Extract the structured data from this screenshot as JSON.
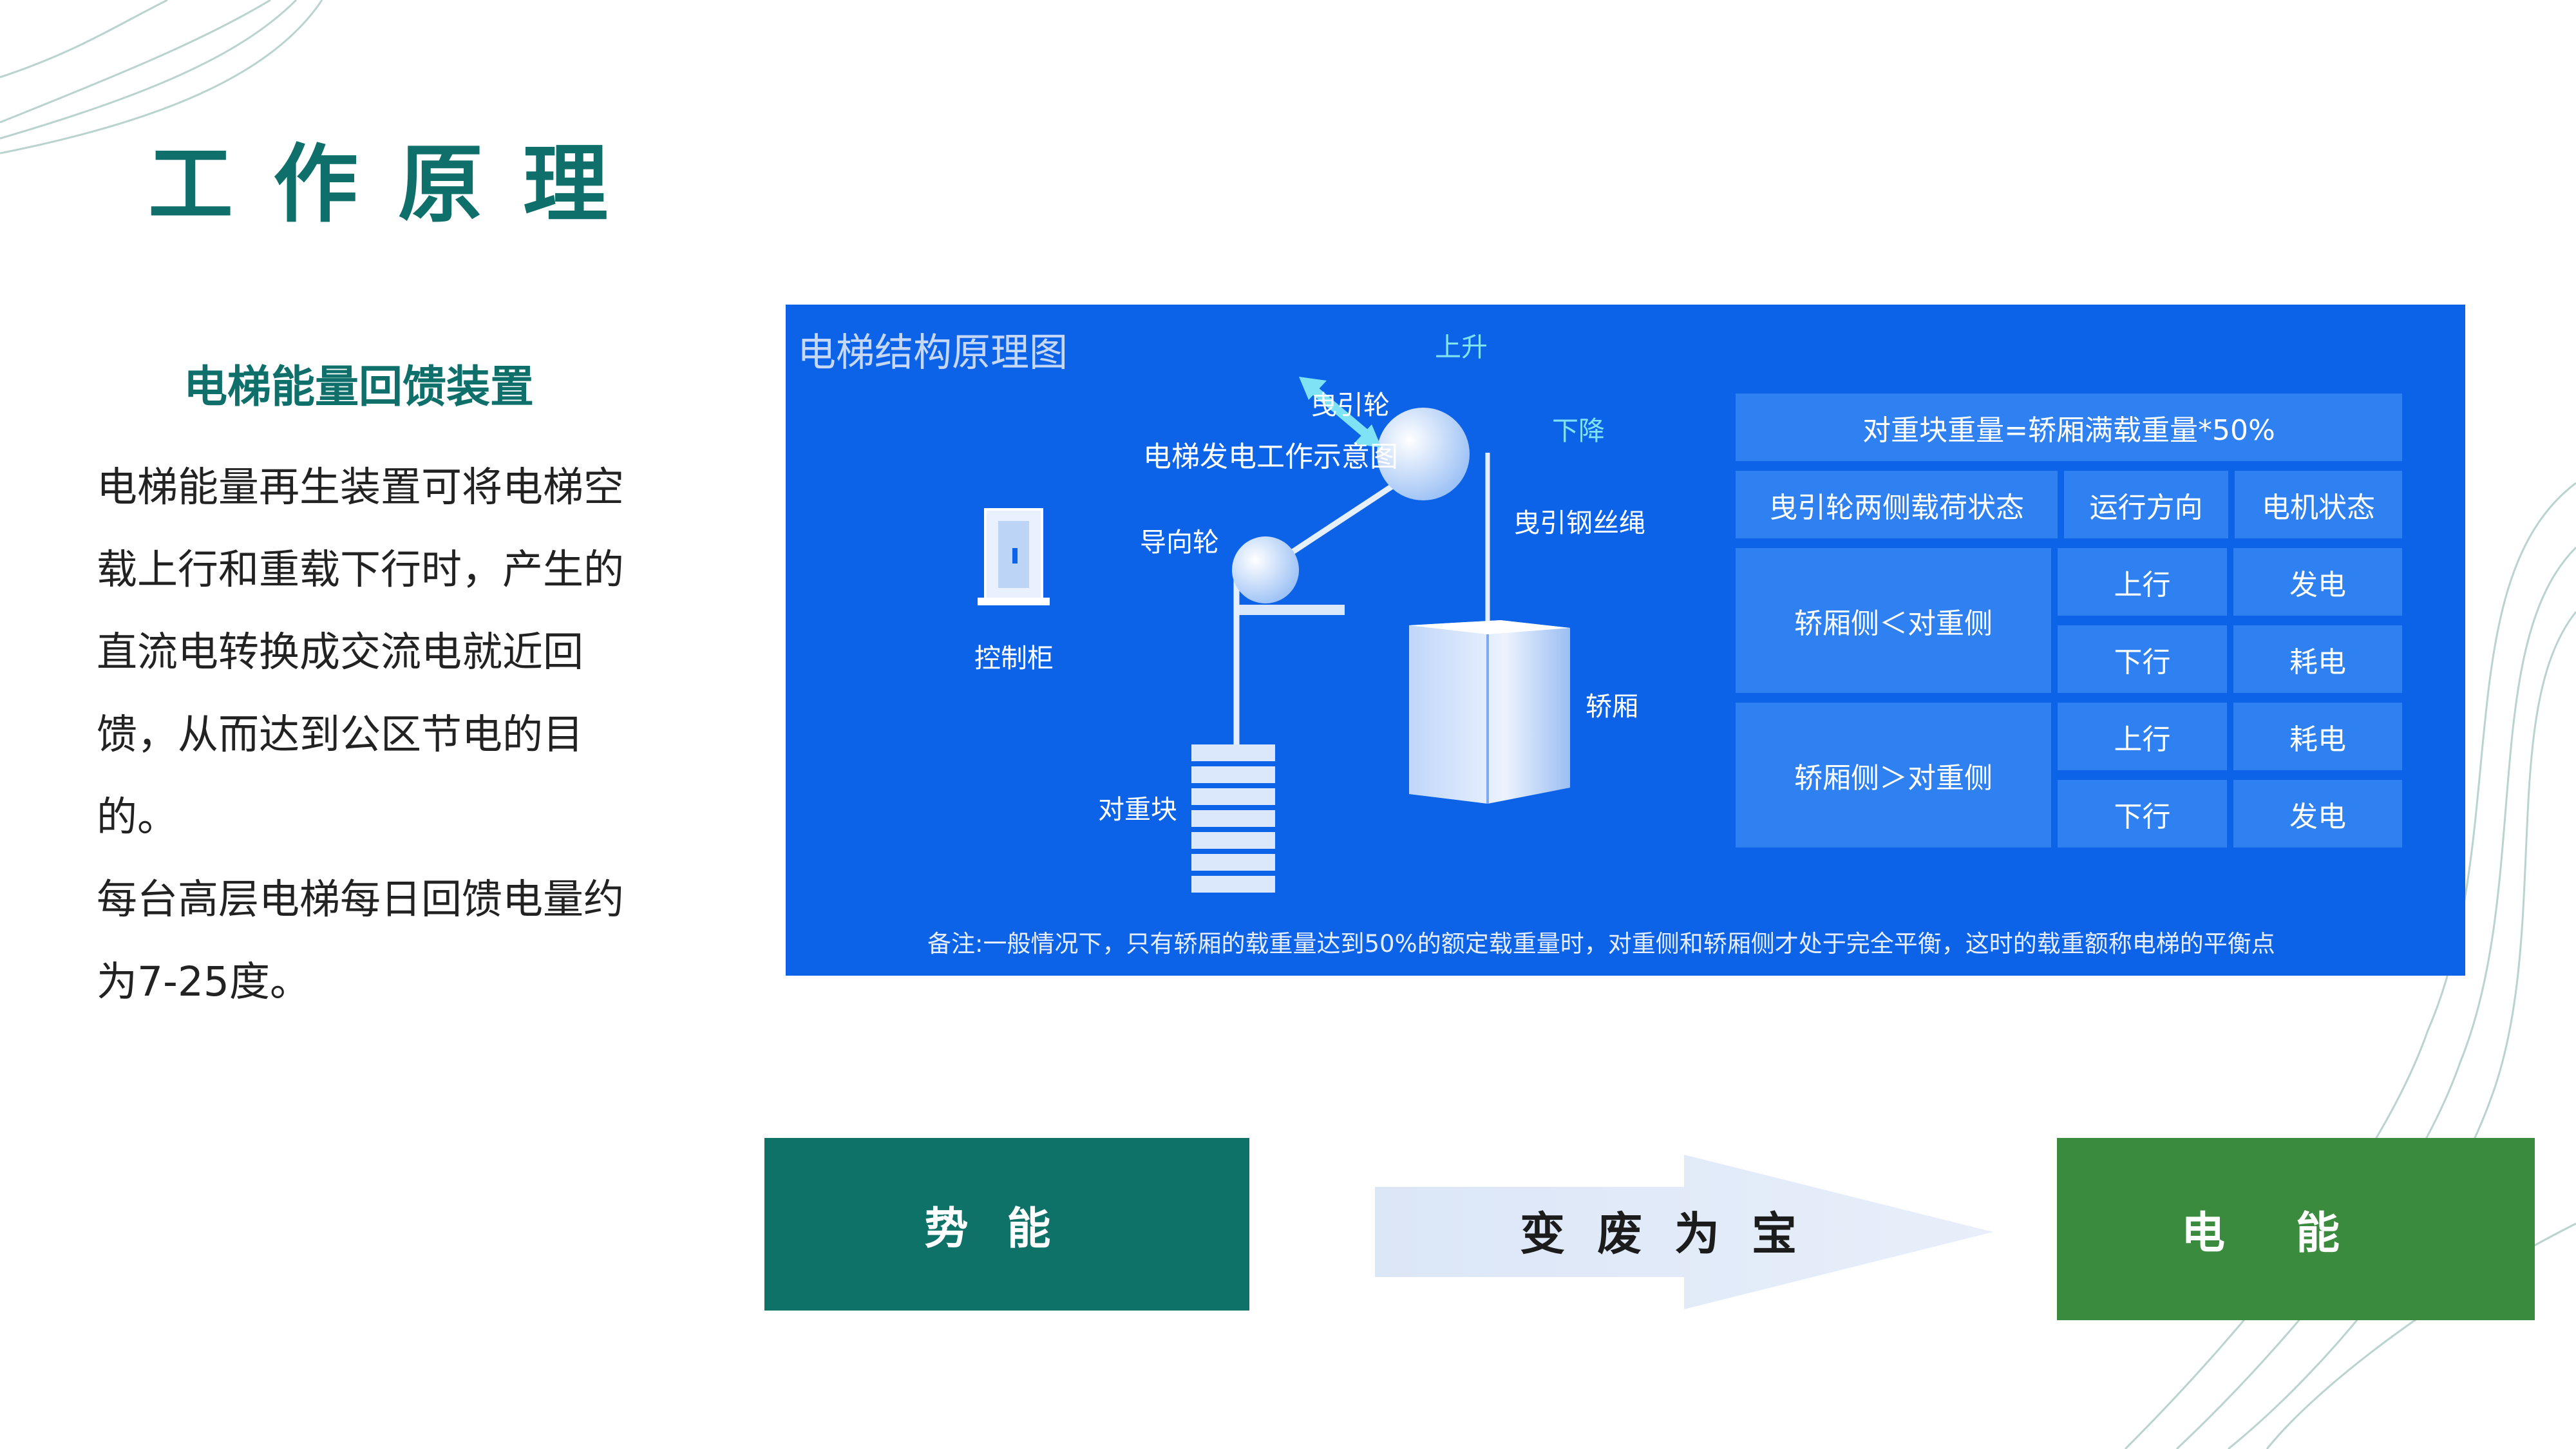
{
  "page": {
    "title": "工作原理",
    "subtitle": "电梯能量回馈装置",
    "paragraphs": [
      "电梯能量再生装置可将电梯空载上行和重载下行时，产生的直流电转换成交流电就近回馈，从而达到公区节电的目的。",
      "每台高层电梯每日回馈电量约为7-25度。"
    ]
  },
  "diagram": {
    "title": "电梯结构原理图",
    "labels": {
      "up": "上升",
      "down": "下降",
      "traction_sheave": "曳引轮",
      "generation_caption": "电梯发电工作示意图",
      "guide_wheel": "导向轮",
      "steel_rope": "曳引钢丝绳",
      "control_cabinet": "控制柜",
      "car": "轿厢",
      "counterweight": "对重块"
    },
    "table": {
      "header_formula": "对重块重量=轿厢满载重量*50%",
      "col_headers": [
        "曳引轮两侧载荷状态",
        "运行方向",
        "电机状态"
      ],
      "groups": [
        {
          "condition": "轿厢侧＜对重侧",
          "rows": [
            [
              "上行",
              "发电"
            ],
            [
              "下行",
              "耗电"
            ]
          ]
        },
        {
          "condition": "轿厢侧＞对重侧",
          "rows": [
            [
              "上行",
              "耗电"
            ],
            [
              "下行",
              "发电"
            ]
          ]
        }
      ]
    },
    "note": "备注:一般情况下，只有轿厢的载重量达到50%的额定载重量时，对重侧和轿厢侧才处于完全平衡，这时的载重额称电梯的平衡点"
  },
  "flow": {
    "left_box": "势能",
    "arrow_label": "变废为宝",
    "right_box": "电能"
  },
  "colors": {
    "teal": "#0e6f6b",
    "diagram_blue": "#0d63e8",
    "cell_blue": "#2f80f0",
    "green_box": "#3b8b3e",
    "arrow_fill": "#dbe6f7"
  }
}
